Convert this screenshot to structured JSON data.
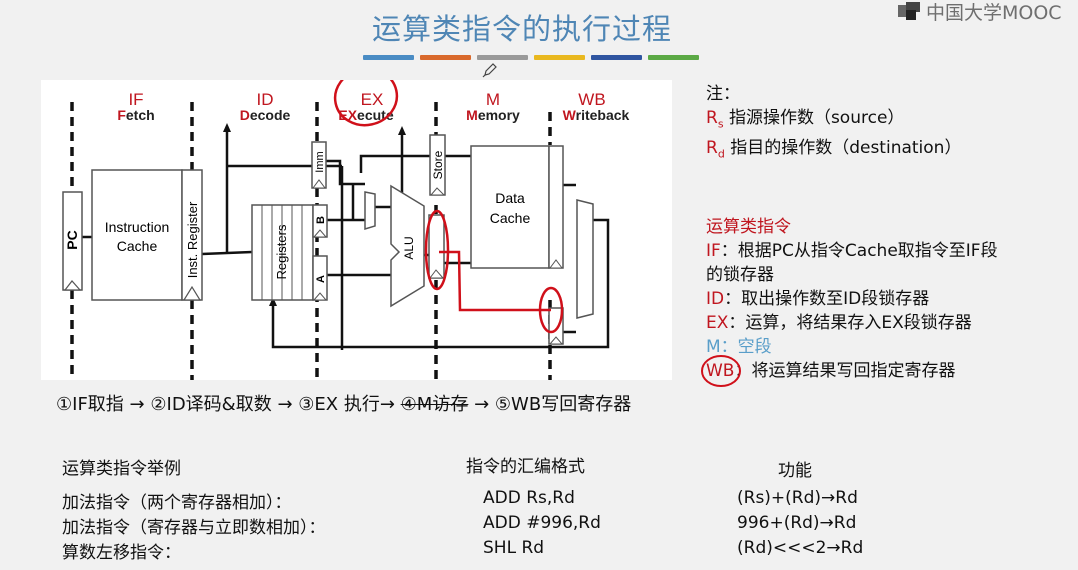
{
  "title": "运算类指令的执行过程",
  "logo_text": "中国大学MOOC",
  "accent_bars": [
    "#4a8cc4",
    "#d9692c",
    "#9a9a9a",
    "#e9b81f",
    "#2f55a0",
    "#5ba945"
  ],
  "diagram": {
    "stages": [
      {
        "code": "IF",
        "first": "F",
        "rest": "etch"
      },
      {
        "code": "ID",
        "first": "D",
        "rest": "ecode"
      },
      {
        "code": "EX",
        "first": "EX",
        "rest": "ecute"
      },
      {
        "code": "M",
        "first": "M",
        "rest": "emory"
      },
      {
        "code": "WB",
        "first": "W",
        "rest": "riteback"
      }
    ],
    "blocks": {
      "pc": "PC",
      "icache_line1": "Instruction",
      "icache_line2": "Cache",
      "inst_reg": "Inst. Register",
      "registers": "Registers",
      "imm": "Imm",
      "reg_b": "B",
      "reg_a": "A",
      "alu": "ALU",
      "store": "Store",
      "dcache_line1": "Data",
      "dcache_line2": "Cache"
    },
    "stage_color": "#c0161f",
    "annotation_color": "#d0101a"
  },
  "notes": {
    "heading": "注：",
    "rs_label": "R",
    "rs_sub": "s",
    "rs_text": " 指源操作数（source）",
    "rd_label": "R",
    "rd_sub": "d",
    "rd_text": " 指目的操作数（destination）",
    "section_title": "运算类指令",
    "steps": [
      {
        "key": "IF",
        "text": "：根据PC从指令Cache取指令至IF段",
        "cont": "的锁存器"
      },
      {
        "key": "ID",
        "text": "：取出操作数至ID段锁存器"
      },
      {
        "key": "EX",
        "text": "：运算，将结果存入EX段锁存器"
      },
      {
        "key": "M",
        "text": "：空段"
      },
      {
        "key": "WB",
        "text": "：将运算结果写回指定寄存器"
      }
    ]
  },
  "flow": {
    "step1": "①IF取指",
    "arrow": "→",
    "step2": "②ID译码&取数",
    "step3": "③EX 执行",
    "step4": "④M访存",
    "step5": "⑤WB写回寄存器"
  },
  "examples": {
    "headers": [
      "运算类指令举例",
      "指令的汇编格式",
      "功能"
    ],
    "rows": [
      [
        "加法指令（两个寄存器相加）：",
        "ADD  Rs,Rd",
        "(Rs)+(Rd)→Rd"
      ],
      [
        "加法指令（寄存器与立即数相加）：",
        "ADD  #996,Rd",
        "996+(Rd)→Rd"
      ],
      [
        "算数左移指令：",
        "SHL   Rd",
        "(Rd)<<<2→Rd"
      ]
    ]
  }
}
